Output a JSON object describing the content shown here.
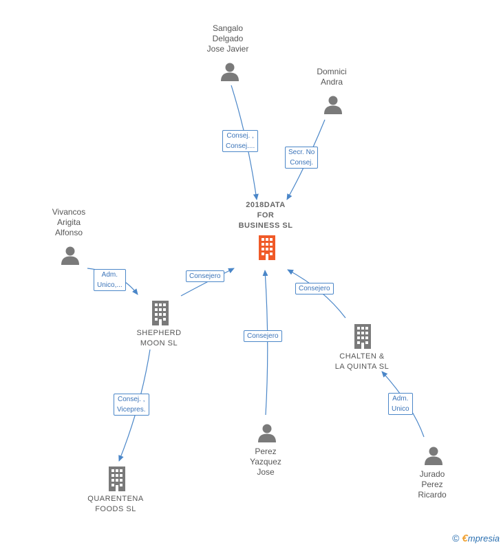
{
  "colors": {
    "edge": "#4a86c8",
    "person_icon": "#7a7a7a",
    "company_icon": "#7a7a7a",
    "main_company_icon": "#f05a28",
    "brand_accent": "#f0a030"
  },
  "nodes": {
    "main": {
      "name_lines": [
        "2018DATA",
        "FOR",
        "BUSINESS SL"
      ],
      "icon": "building-icon"
    },
    "sangalo": {
      "name_lines": [
        "Sangalo",
        "Delgado",
        "Jose Javier"
      ],
      "icon": "person-icon"
    },
    "domnici": {
      "name_lines": [
        "Domnici",
        "Andra"
      ],
      "icon": "person-icon"
    },
    "vivancos": {
      "name_lines": [
        "Vivancos",
        "Arigita",
        "Alfonso"
      ],
      "icon": "person-icon"
    },
    "shepherd": {
      "name_lines": [
        "SHEPHERD",
        "MOON SL"
      ],
      "icon": "building-icon"
    },
    "chalten": {
      "name_lines": [
        "CHALTEN &",
        "LA QUINTA SL"
      ],
      "icon": "building-icon"
    },
    "perez": {
      "name_lines": [
        "Perez",
        "Yazquez",
        "Jose"
      ],
      "icon": "person-icon"
    },
    "jurado": {
      "name_lines": [
        "Jurado",
        "Perez",
        "Ricardo"
      ],
      "icon": "person-icon"
    },
    "quarentena": {
      "name_lines": [
        "QUARENTENA",
        "FOODS SL"
      ],
      "icon": "building-icon"
    }
  },
  "edges": {
    "sangalo_main": {
      "label_lines": [
        "Consej. ,",
        "Consej...."
      ]
    },
    "domnici_main": {
      "label_lines": [
        "Secr. No",
        "Consej."
      ]
    },
    "vivancos_shepherd": {
      "label_lines": [
        "Adm.",
        "Unico,..."
      ]
    },
    "shepherd_main": {
      "label_lines": [
        "Consejero"
      ]
    },
    "perez_main": {
      "label_lines": [
        "Consejero"
      ]
    },
    "chalten_main": {
      "label_lines": [
        "Consejero"
      ]
    },
    "shepherd_quarentena": {
      "label_lines": [
        "Consej. ,",
        "Vicepres."
      ]
    },
    "jurado_chalten": {
      "label_lines": [
        "Adm.",
        "Unico"
      ]
    }
  },
  "footer": {
    "copyright_symbol": "©",
    "brand_first": "€",
    "brand_rest": "mpresia"
  }
}
